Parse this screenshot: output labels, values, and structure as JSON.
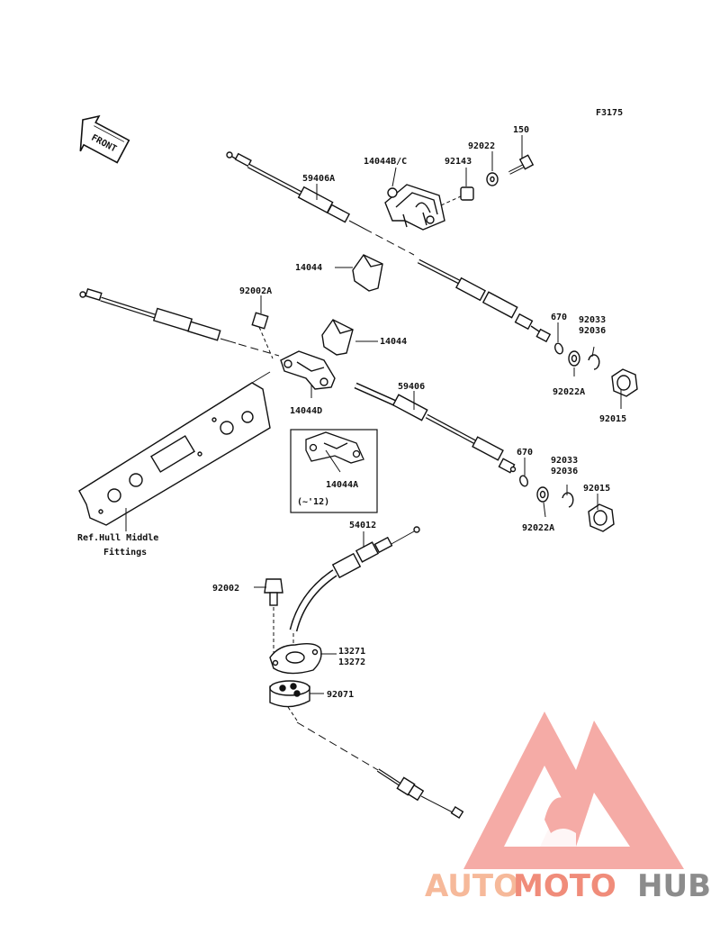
{
  "figure_code": "F3175",
  "front_label": "FRONT",
  "labels": {
    "p150": "150",
    "p92022": "92022",
    "p14044bc": "14044B/C",
    "p92143": "92143",
    "p59406a": "59406A",
    "p14044_upper": "14044",
    "p92002a": "92002A",
    "p14044_lower": "14044",
    "p14044d": "14044D",
    "p670_a": "670",
    "p92033_a": "92033",
    "p92036_a": "92036",
    "p92022a_a": "92022A",
    "p92015_a": "92015",
    "p59406": "59406",
    "p670_b": "670",
    "p92033_b": "92033",
    "p92036_b": "92036",
    "p14044a": "14044A",
    "p14044a_note": "(~'12)",
    "p92015_b": "92015",
    "p92022a_b": "92022A",
    "ref_line1": "Ref.Hull Middle",
    "ref_line2": "Fittings",
    "p54012": "54012",
    "p92002": "92002",
    "p13271": "13271",
    "p13272": "13272",
    "p92071": "92071"
  },
  "watermark": {
    "part1": "AUTO",
    "part2": "MOTO",
    "part3": "HUB",
    "color_light": "#f6b99a",
    "color_mid": "#f08c7a",
    "color_dark": "#8c8c8c",
    "logo_color": "#f07f78"
  }
}
